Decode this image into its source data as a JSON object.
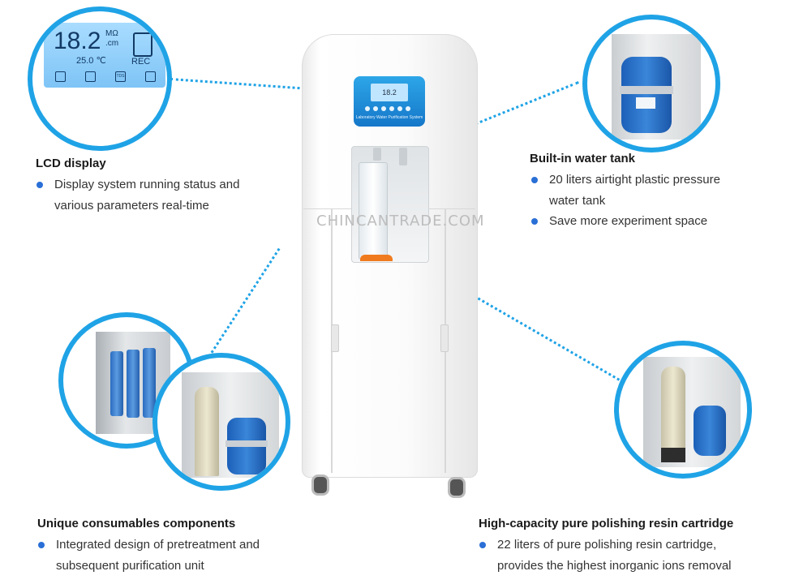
{
  "watermark": "CHINCANTRADE.COM",
  "colors": {
    "accent": "#1fa3e6",
    "bullet": "#2a6fd6",
    "cap": "#f07b1e"
  },
  "lcd": {
    "reading": "18.2",
    "unit_top": "MΩ",
    "unit_bottom": ".cm",
    "temperature": "25.0 ℃",
    "status": "REC",
    "icons": [
      "drop-icon",
      "filter-icon",
      "tds-icon",
      "tap-icon"
    ],
    "icon_labels": [
      "",
      "",
      "TDS",
      ""
    ]
  },
  "panel": {
    "logo": "",
    "screen_reading": "18.2",
    "caption": "Laboratory Water Purification System"
  },
  "features": {
    "lcd_display": {
      "title": "LCD display",
      "bullets": [
        "Display system running status and",
        "various parameters real-time"
      ]
    },
    "water_tank": {
      "title": "Built-in water tank",
      "bullets": [
        "20 liters airtight plastic pressure",
        "water tank",
        "Save more experiment space"
      ]
    },
    "consumables": {
      "title": "Unique consumables components",
      "bullets": [
        "Integrated design of pretreatment and",
        "subsequent purification unit"
      ]
    },
    "resin": {
      "title": "High-capacity pure polishing resin cartridge",
      "bullets": [
        "22 liters of pure polishing resin cartridge,",
        "provides the highest inorganic ions removal"
      ]
    }
  }
}
